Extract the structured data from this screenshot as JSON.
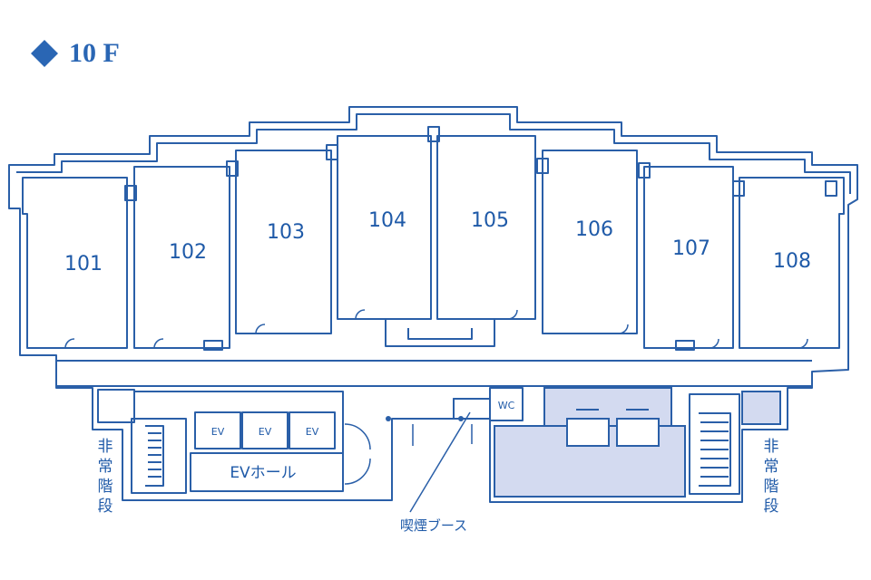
{
  "floor": {
    "label": "10 F"
  },
  "rooms": [
    "101",
    "102",
    "103",
    "104",
    "105",
    "106",
    "107",
    "108"
  ],
  "elevators": [
    "EV",
    "EV",
    "EV"
  ],
  "ev_hall": "EVホール",
  "toilet": "WC",
  "smoking_booth": "喫煙ブース",
  "stairs_left": [
    "非",
    "常",
    "階",
    "段"
  ],
  "stairs_right": [
    "非",
    "常",
    "階",
    "段"
  ],
  "colors": {
    "line": "#2a5fa8",
    "accent": "#2a66b4",
    "highlight": "#d3daf0"
  }
}
